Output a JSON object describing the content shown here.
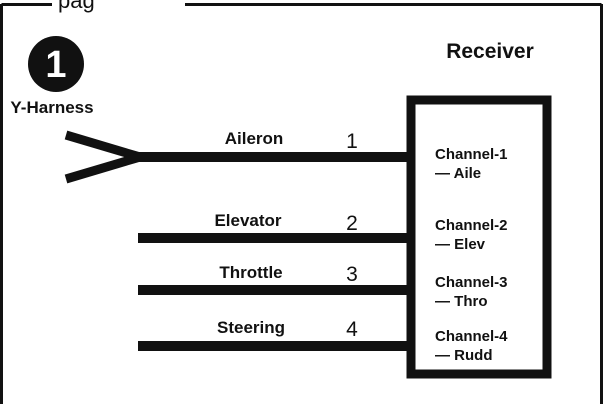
{
  "header_fragment": "pag",
  "step_number": "1",
  "harness_label": "Y-Harness",
  "receiver_title": "Receiver",
  "wires": [
    {
      "label": "Aileron",
      "number": "1"
    },
    {
      "label": "Elevator",
      "number": "2"
    },
    {
      "label": "Throttle",
      "number": "3"
    },
    {
      "label": "Steering",
      "number": "4"
    }
  ],
  "channels": [
    {
      "name": "Channel-1",
      "short": "— Aile"
    },
    {
      "name": "Channel-2",
      "short": "— Elev"
    },
    {
      "name": "Channel-3",
      "short": "— Thro"
    },
    {
      "name": "Channel-4",
      "short": "— Rudd"
    }
  ],
  "colors": {
    "ink": "#111111",
    "background": "#ffffff"
  }
}
